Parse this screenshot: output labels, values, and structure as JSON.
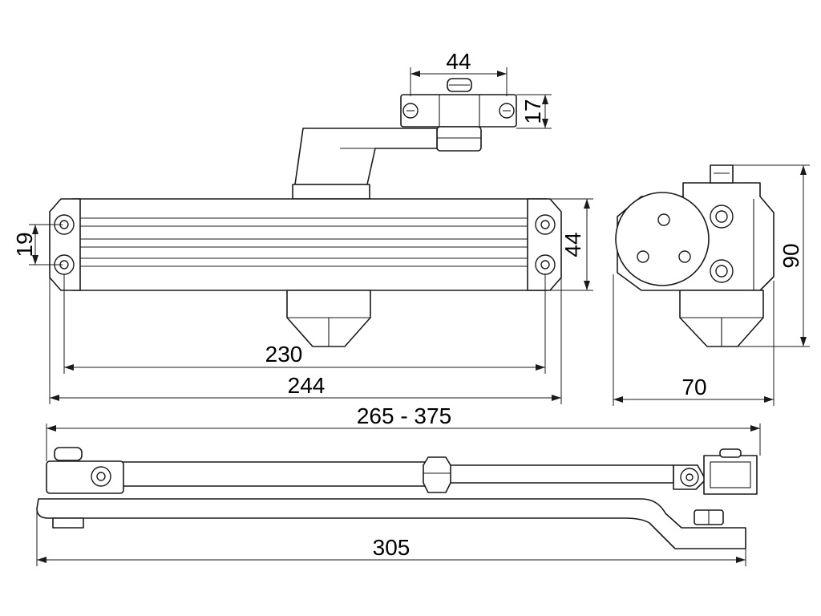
{
  "dimensions": {
    "bracket_width": "44",
    "bracket_height": "17",
    "hole_spacing": "19",
    "body_height": "44",
    "mount_length": "230",
    "body_length": "244",
    "side_height": "90",
    "side_width": "70",
    "arm_range": "265 - 375",
    "arm_length": "305"
  }
}
